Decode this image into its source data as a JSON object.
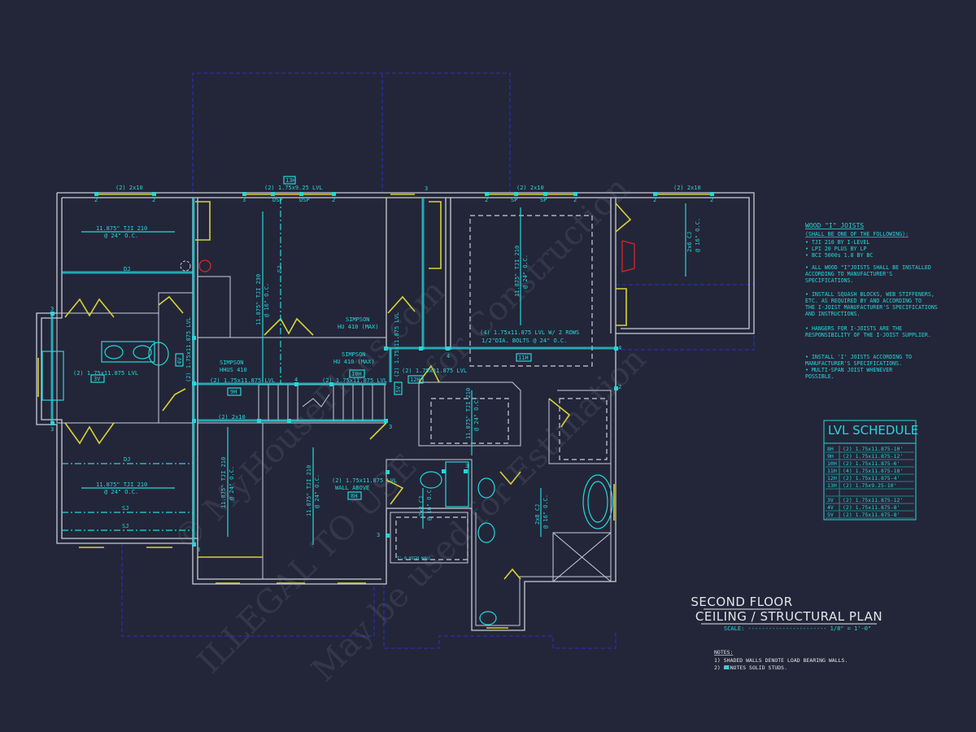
{
  "plan": {
    "title_line1": "SECOND FLOOR",
    "title_line2": "CEILING / STRUCTURAL PLAN",
    "scale_label": "SCALE: ----------------------- 1/8\" = 1'-0\"",
    "notes_heading": "NOTES:",
    "notes": [
      "1) SHADED WALLS DENOTE LOAD BEARING WALLS.",
      "2)     DENOTES SOLID STUDS."
    ]
  },
  "wood_joists": {
    "heading": "WOOD \"I\" JOISTS",
    "subheading": "(SHALL BE ONE OF THE FOLLOWING):",
    "lines": [
      "•   TJI 210 BY I-LEVEL",
      "•   LPI 20 PLUS BY LP",
      "•   BCI 5000s 1.8 BY BC",
      "•   ALL WOOD \"I\"JOISTS SHALL BE INSTALLED",
      "    ACCORDING TO MANUFACTURER'S",
      "    SPECIFICATIONS.",
      "•   INSTALL SQUASH BLOCKS, WEB STIFFENERS,",
      "    ETC. AS REQUIRED BY AND ACCORDING TO",
      "    THE I-JOIST MANUFACTURER'S SPECIFICATIONS",
      "    AND INSTRUCTIONS.",
      "•   HANGERS FOR I-JOISTS ARE THE",
      "    RESPONSIBILITY OF THE I-JOIST SUPPLIER.",
      " • INSTALL 'I' JOISTS ACCORDING TO",
      "  MANUFACTURER'S SPECIFICATIONS.",
      "    • MULTI-SPAN JOIST WHENEVER",
      "              POSSIBLE."
    ]
  },
  "lvl_schedule": {
    "title": "LVL SCHEDULE",
    "rows": [
      {
        "mark": "8H",
        "spec": "(2) 1.75x11.875-10'"
      },
      {
        "mark": "9H",
        "spec": "(2) 1.75x11.875-12'"
      },
      {
        "mark": "10H",
        "spec": "(2) 1.75x11.875-6'"
      },
      {
        "mark": "11H",
        "spec": "(4) 1.75x11.875-18'"
      },
      {
        "mark": "12H",
        "spec": "(2) 1.75x11.875-4'"
      },
      {
        "mark": "13H",
        "spec": "(2) 1.75x9.25-10'"
      },
      {
        "mark": "",
        "spec": ""
      },
      {
        "mark": "3V",
        "spec": "(2) 1.75x11.875-12'"
      },
      {
        "mark": "4V",
        "spec": "(2) 1.75x11.875-8'"
      },
      {
        "mark": "5V",
        "spec": "(2) 1.75x11.875-8'"
      }
    ]
  },
  "labels": {
    "hdr_2x10_a": "(2) 2x10",
    "hdr_lvl_top": "(2) 1.75x9.25 LVL",
    "tag_13h": "13H",
    "hdr_2x10_b": "(2) 2x10",
    "hdr_2x10_c": "(2) 2x10",
    "dsp": "DSP",
    "sp": "SP",
    "tji_24": "11.875\" TJI 210",
    "oc_24": "@ 24\" O.C.",
    "tji_230": "11.875\" TJI 230",
    "oc_16": "@ 16\" O.C.",
    "dj": "DJ",
    "sj": "SJ",
    "simpson_hu": "SIMPSON",
    "hu410": "HU 410 (MAX)",
    "hhus410": "HHUS 410",
    "lvl_2": "(2) 1.75x11.875 LVL",
    "tag_3v": "3V",
    "tag_4v": "4V",
    "tag_5v": "5V",
    "tag_9h": "9H",
    "tag_10h": "10H",
    "tag_11h": "11H",
    "tag_12h": "12H",
    "tag_8h": "8H",
    "lvl_4_line1": "(4) 1.75x11.875 LVL W/ 2 ROWS",
    "lvl_4_line2": "1/2\"DIA. BOLTS @ 24\" O.C.",
    "cj_2x6": "2x6 CJ",
    "cj_2x8": "2x8 CJ",
    "wall_above": "WALL ABOVE",
    "high_wall": "7'-0 HIGH WALL",
    "n2": "2",
    "n3": "3",
    "n4": "4"
  },
  "watermark": [
    "© MyHousePlans.com",
    "ILLEGAL TO USE",
    "for Construction",
    "May be used for Estimation"
  ],
  "colors": {
    "background": "#232638",
    "walls": "#c9ccd6",
    "structure": "#27d6dc",
    "windows": "#d8d23a",
    "outline": "#2a2fd0"
  }
}
